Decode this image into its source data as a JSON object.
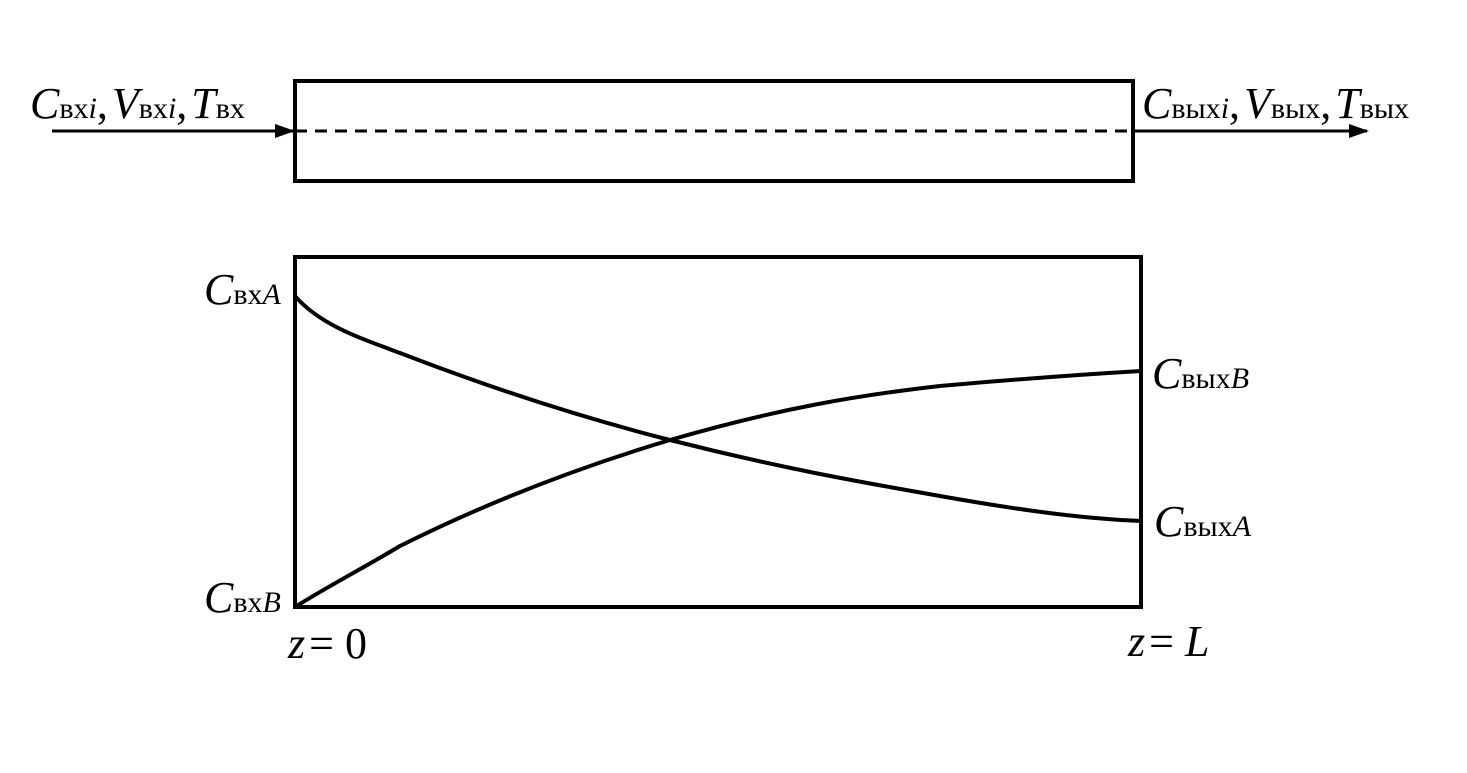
{
  "reactor": {
    "inlet": {
      "c": "C",
      "c_sub": "вх",
      "c_idx": "i",
      "sep1": ",",
      "v": "V",
      "v_sub": "вх",
      "v_idx": "i",
      "sep2": ",",
      "t": "T",
      "t_sub": "вх"
    },
    "outlet": {
      "c": "C",
      "c_sub": "вых",
      "c_idx": "i",
      "sep1": ",",
      "v": "V",
      "v_sub": "вых",
      "sep2": ",",
      "t": "T",
      "t_sub": "вых"
    }
  },
  "profile": {
    "labels": {
      "in_a": {
        "c": "C",
        "sub": "вх",
        "idx": "A"
      },
      "in_b": {
        "c": "C",
        "sub": "вх",
        "idx": "B"
      },
      "out_b": {
        "c": "C",
        "sub": "вых",
        "idx": "B"
      },
      "out_a": {
        "c": "C",
        "sub": "вых",
        "idx": "A"
      }
    },
    "z_start": {
      "var": "z",
      "eq": "= 0"
    },
    "z_end": {
      "var": "z",
      "eq": "= ",
      "val": "L"
    }
  },
  "colors": {
    "line": "#000000",
    "background": "#ffffff"
  }
}
